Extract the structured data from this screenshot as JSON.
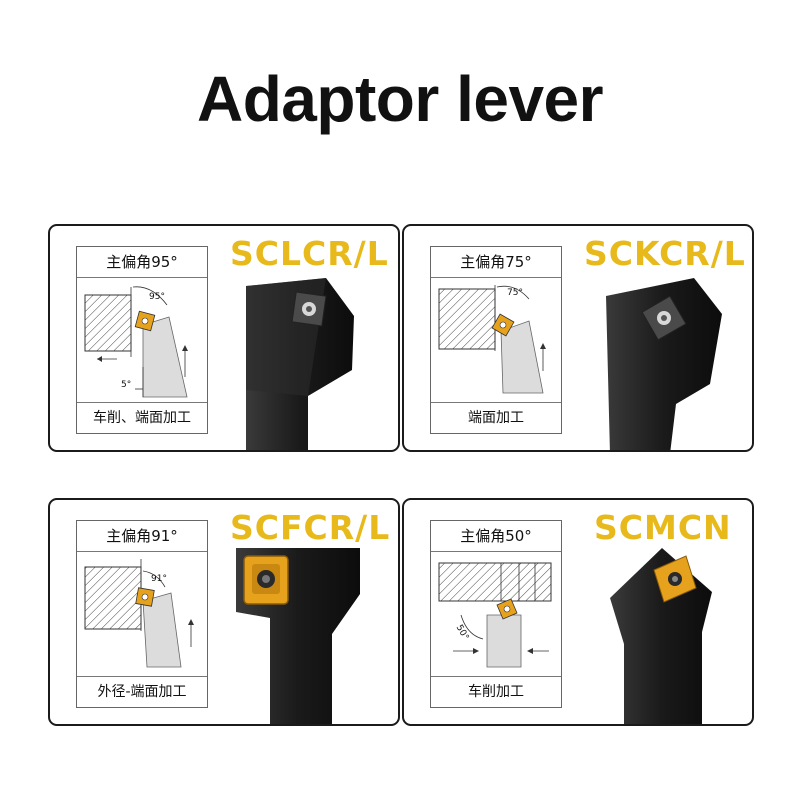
{
  "title": "Adaptor lever",
  "cards": [
    {
      "model": "SCLCR/L",
      "angle_label": "主偏角95°",
      "operation": "车削、端面加工",
      "angle_mark": "95°",
      "relief_mark": "5°"
    },
    {
      "model": "SCKCR/L",
      "angle_label": "主偏角75°",
      "operation": "端面加工",
      "angle_mark": "75°"
    },
    {
      "model": "SCFCR/L",
      "angle_label": "主偏角91°",
      "operation": "外径-端面加工",
      "angle_mark": "91°"
    },
    {
      "model": "SCMCN",
      "angle_label": "主偏角50°",
      "operation": "车削加工",
      "angle_mark": "50°"
    }
  ],
  "colors": {
    "model_text": "#e8b91a",
    "holder_body": "#1e1e1e",
    "insert_gold": "#e6a21c"
  }
}
